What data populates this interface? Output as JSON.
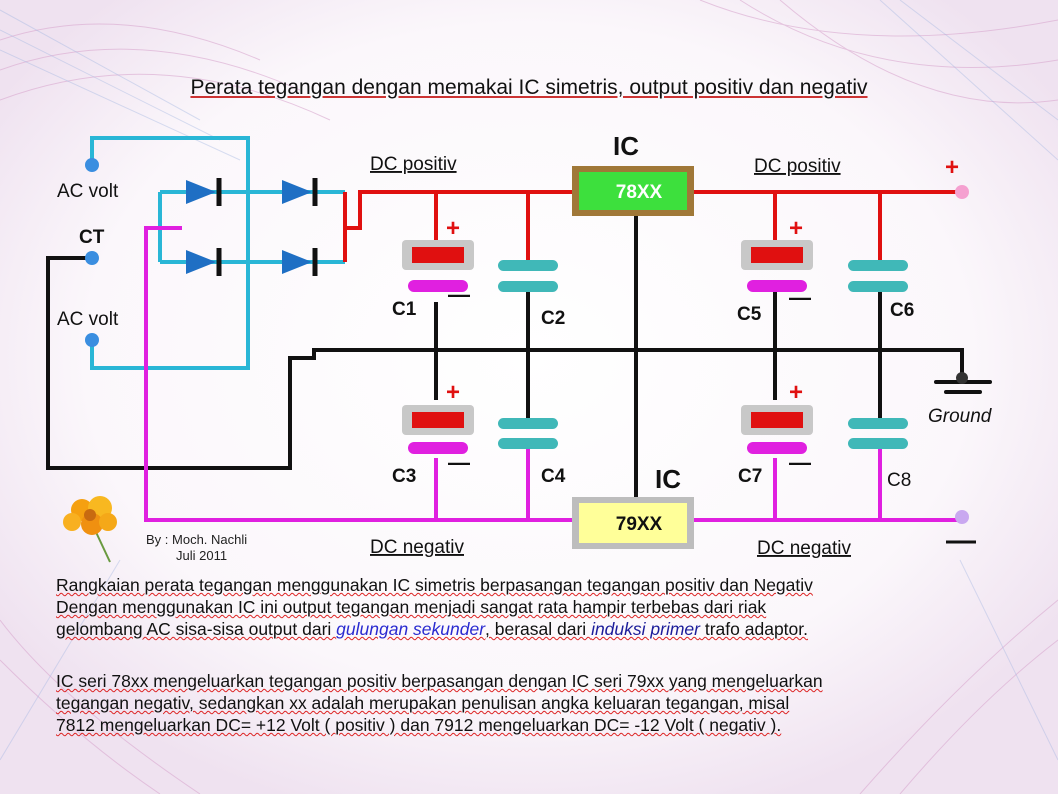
{
  "title": "Perata tegangan dengan memakai IC simetris, output positiv dan negativ",
  "labels": {
    "ac_volt_top": "AC volt",
    "ct": "CT",
    "ac_volt_bottom": "AC volt",
    "dc_positiv_left": "DC positiv",
    "dc_positiv_right": "DC positiv",
    "dc_negativ_left": "DC negativ",
    "dc_negativ_right": "DC negativ",
    "ic_top": "IC",
    "ic_bottom": "IC",
    "reg_pos": "78XX",
    "reg_neg": "79XX",
    "ground": "Ground",
    "plus": "+",
    "minus": "—"
  },
  "caps": {
    "c1": "C1",
    "c2": "C2",
    "c3": "C3",
    "c4": "C4",
    "c5": "C5",
    "c6": "C6",
    "c7": "C7",
    "c8": "C8"
  },
  "credit": {
    "line1": "By : Moch. Nachli",
    "line2": "Juli 2011"
  },
  "paragraph1": {
    "line1": "Rangkaian perata tegangan menggunakan IC simetris berpasangan tegangan positiv dan Negativ",
    "line2": "Dengan menggunakan IC ini output tegangan menjadi sangat rata hampir terbebas dari riak",
    "line3_a": "gelombang AC sisa-sisa output dari ",
    "line3_b": "gulungan sekunder",
    "line3_c": ", berasal dari ",
    "line3_d": "induksi primer",
    "line3_e": " trafo adaptor."
  },
  "paragraph2": {
    "line1": "IC seri 78xx mengeluarkan tegangan positiv berpasangan dengan IC seri 79xx yang mengeluarkan",
    "line2": "tegangan negativ, sedangkan xx adalah merupakan penulisan angka keluaran tegangan, misal",
    "line3": "7812 mengeluarkan DC= +12 Volt ( positiv ) dan 7912 mengeluarkan DC= -12 Volt ( negativ )."
  },
  "colors": {
    "red_wire": "#e01010",
    "magenta_wire": "#e020e0",
    "cyan_wire": "#29b6d6",
    "black_wire": "#111111",
    "teal_cap": "#40b8b8",
    "reg_pos_fill": "#3de03d",
    "reg_neg_fill": "#ffff99",
    "diode_blue": "#1f6fc4"
  }
}
